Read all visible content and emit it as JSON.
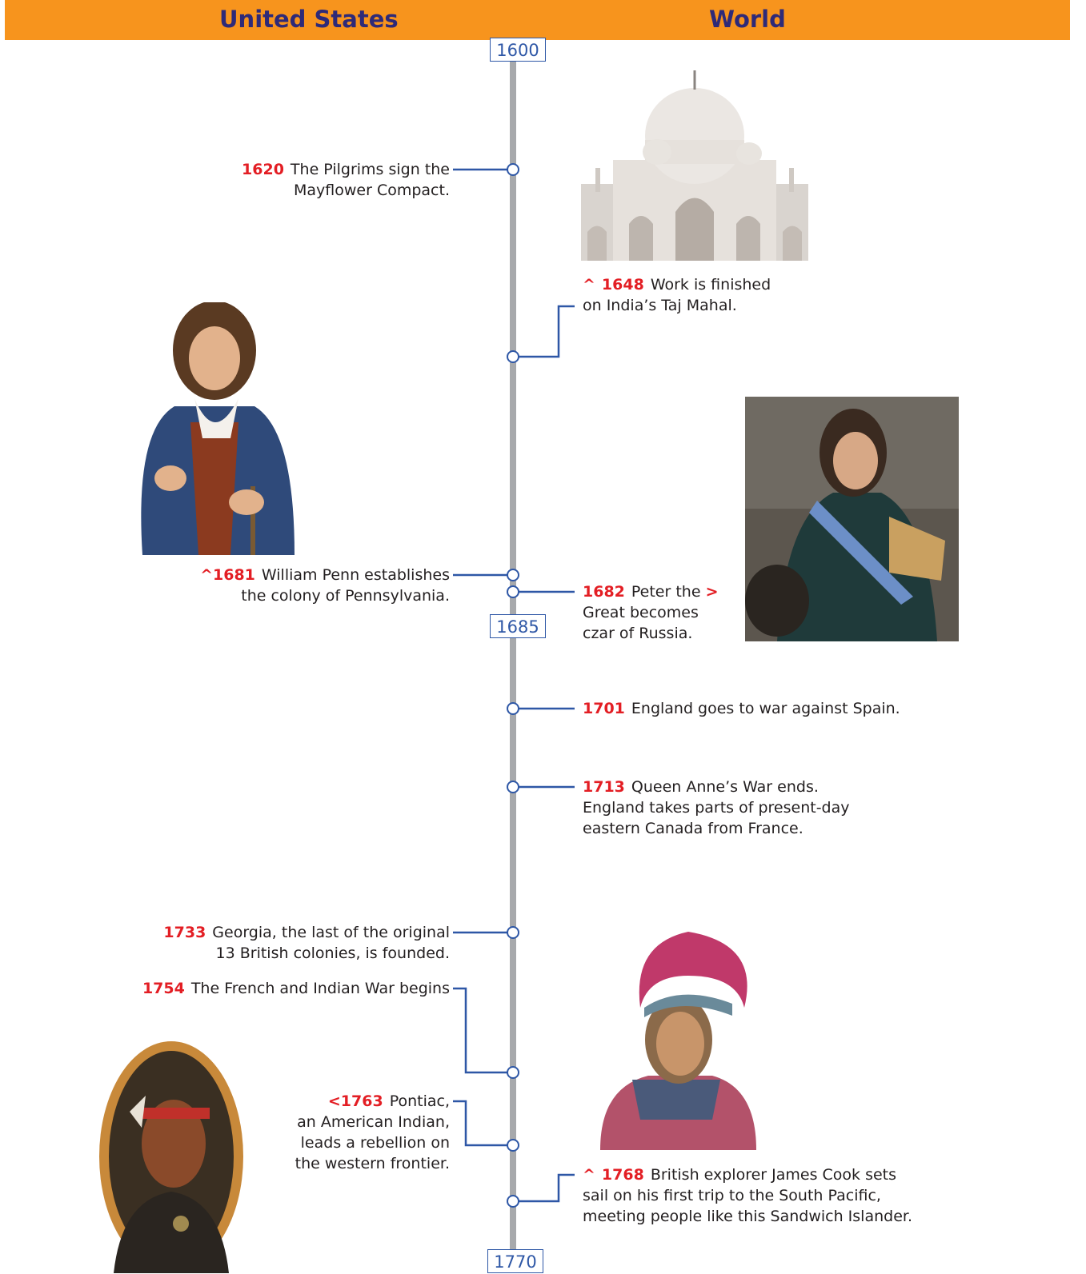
{
  "header": {
    "left_title": "United States",
    "right_title": "World"
  },
  "year_markers": [
    "1600",
    "1685",
    "1770"
  ],
  "events": {
    "e1620": {
      "year": "1620",
      "text": "The Pilgrims sign the",
      "text2": "Mayflower Compact."
    },
    "e1648": {
      "arrow": "^",
      "year": "1648",
      "text": "Work is finished",
      "text2": "on India’s Taj Mahal."
    },
    "e1681": {
      "arrow": "^",
      "year": "1681",
      "text": "William Penn establishes",
      "text2": "the colony of Pennsylvania."
    },
    "e1682": {
      "year": "1682",
      "text": "Peter the",
      "arrow": ">",
      "text2": "Great becomes",
      "text3": "czar of Russia."
    },
    "e1701": {
      "year": "1701",
      "text": "England goes to war against Spain."
    },
    "e1713": {
      "year": "1713",
      "text": "Queen Anne’s War ends.",
      "text2": "England takes parts of present-day",
      "text3": "eastern Canada from France."
    },
    "e1733": {
      "year": "1733",
      "text": "Georgia, the last of the original",
      "text2": "13 British colonies, is founded."
    },
    "e1754": {
      "year": "1754",
      "text": "The French and Indian War begins"
    },
    "e1763": {
      "arrow": "<",
      "year": "1763",
      "text": "Pontiac,",
      "text2": "an American Indian,",
      "text3": "leads a rebellion on",
      "text4": "the western frontier."
    },
    "e1768": {
      "arrow": "^",
      "year": "1768",
      "text": "British explorer James Cook sets",
      "text2": "sail on his first trip to the South Pacific,",
      "text3": "meeting people like this Sandwich Islander."
    }
  },
  "colors": {
    "header": "#f7941d",
    "header_text": "#2e2a78",
    "year_text": "#e31e24",
    "connector": "#2e57a6",
    "timeline": "#a7a9ac"
  }
}
